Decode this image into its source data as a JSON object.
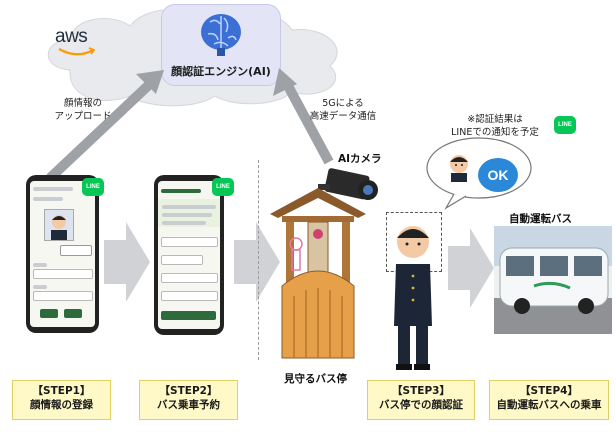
{
  "cloud": {
    "provider": "aws",
    "engine_label": "顔認証エンジン(AI)"
  },
  "notes": {
    "upload": [
      "顔情報の",
      "アップロード"
    ],
    "network": [
      "5Gによる",
      "高速データ通信"
    ],
    "line_notice": [
      "※認証結果は",
      "LINEでの通知を予定"
    ]
  },
  "badges": {
    "line": "LINE",
    "ok": "OK"
  },
  "labels": {
    "ai_camera": "AIカメラ",
    "bus_stop": "見守るバス停",
    "autonomous_bus": "自動運転バス"
  },
  "steps": [
    {
      "title": "【STEP1】",
      "desc": "顔情報の登録"
    },
    {
      "title": "【STEP2】",
      "desc": "バス乗車予約"
    },
    {
      "title": "【STEP3】",
      "desc": "バス停での顔認証"
    },
    {
      "title": "【STEP4】",
      "desc": "自動運転バスへの乗車"
    }
  ],
  "colors": {
    "line_green": "#06c755",
    "step_fill": "#fff9c7",
    "arrow_gray": "#9ea2a6",
    "cloud": "#e9eaee"
  }
}
